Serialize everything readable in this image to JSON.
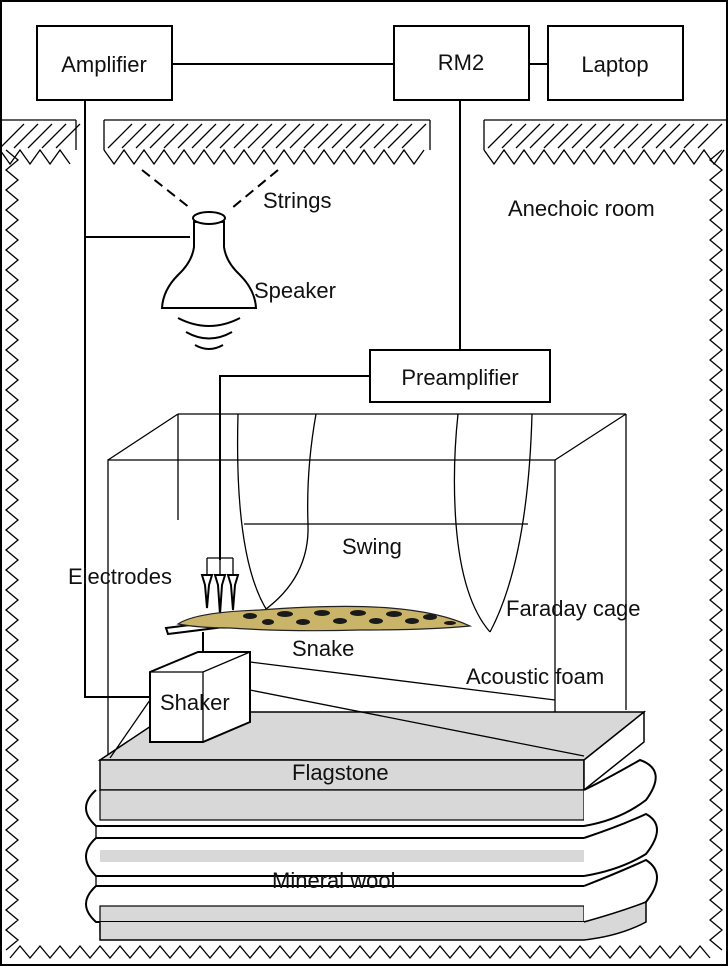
{
  "labels": {
    "amplifier": "Amplifier",
    "rm2": "RM2",
    "laptop": "Laptop",
    "strings": "Strings",
    "anechoic_room": "Anechoic room",
    "speaker": "Speaker",
    "preamplifier": "Preamplifier",
    "swing": "Swing",
    "electrodes": "Electrodes",
    "faraday_cage": "Faraday cage",
    "snake": "Snake",
    "acoustic_foam": "Acoustic foam",
    "shaker": "Shaker",
    "flagstone": "Flagstone",
    "mineral_wool": "Mineral wool"
  },
  "colors": {
    "line": "#000000",
    "background": "#ffffff",
    "flagstone_fill": "#d8d8d8",
    "snake_body": "#c9b46a",
    "snake_pattern": "#1a1a1a"
  }
}
